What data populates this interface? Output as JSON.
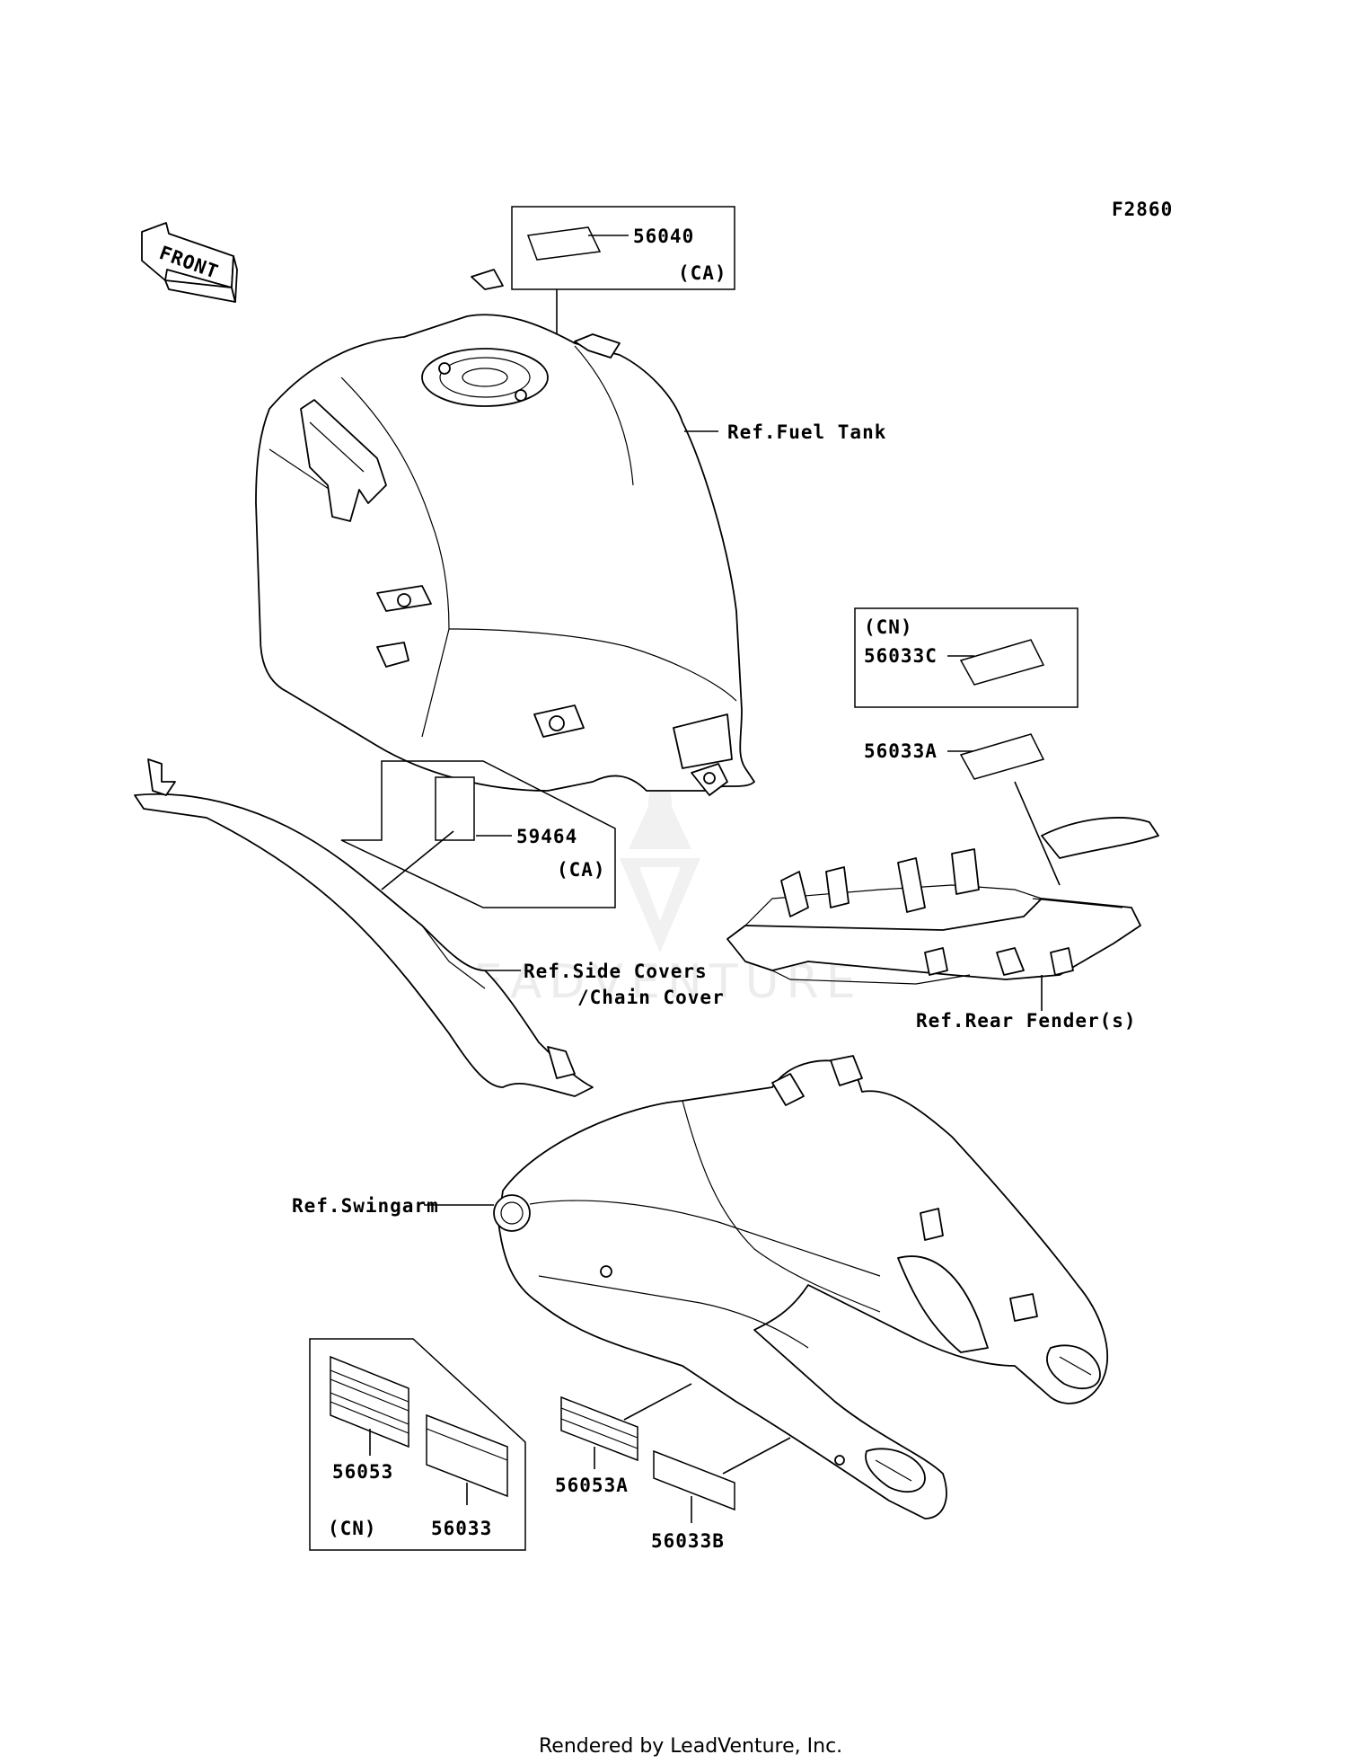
{
  "figure_code": "F2860",
  "front_label": "FRONT",
  "labels": {
    "p56040": "56040",
    "ca1": "(CA)",
    "fuel_tank": "Ref.Fuel Tank",
    "cn1": "(CN)",
    "p56033c": "56033C",
    "p56033a": "56033A",
    "p59464": "59464",
    "ca2": "(CA)",
    "side_covers_1": "Ref.Side Covers",
    "side_covers_2": "/Chain Cover",
    "rear_fender": "Ref.Rear Fender(s)",
    "swingarm": "Ref.Swingarm",
    "p56053": "56053",
    "p56033": "56033",
    "cn2": "(CN)",
    "p56053a": "56053A",
    "p56033b": "56033B"
  },
  "watermark": "LEADVENTURE",
  "footer": "Rendered by LeadVenture, Inc."
}
